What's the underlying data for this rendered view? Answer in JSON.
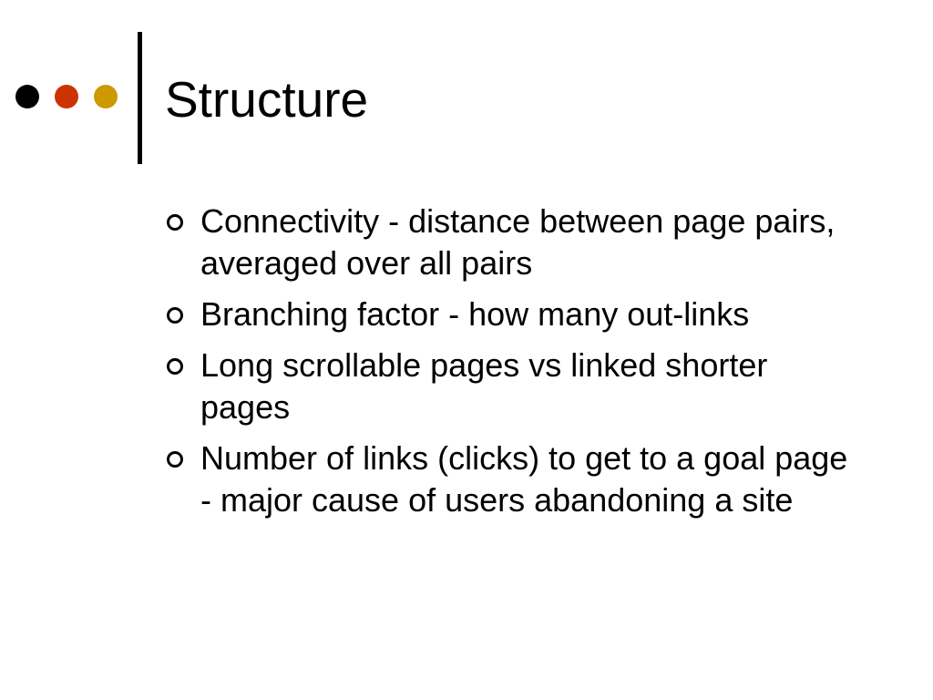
{
  "slide": {
    "title": "Structure",
    "decoration": {
      "dot_colors": [
        "#000000",
        "#cc3300",
        "#cc9900"
      ],
      "rule_color": "#000000"
    },
    "bullets": [
      {
        "text": "Connectivity - distance between page pairs, averaged over all pairs"
      },
      {
        "text": "Branching factor - how many out-links"
      },
      {
        "text": "Long scrollable pages vs linked shorter pages"
      },
      {
        "text": "Number of links (clicks) to get to a goal page - major cause of users abandoning a site"
      }
    ]
  }
}
